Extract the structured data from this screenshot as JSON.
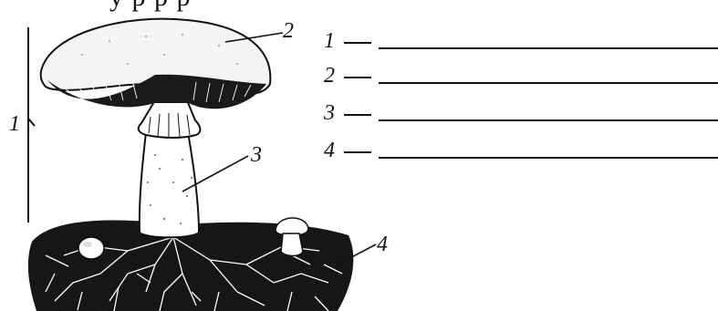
{
  "header": {
    "cropped_text": "у   р   р        р"
  },
  "figure": {
    "labels": {
      "fruiting_body": "1",
      "cap": "2",
      "stem": "3",
      "mycelium": "4"
    }
  },
  "answers": [
    {
      "number": "1",
      "value": ""
    },
    {
      "number": "2",
      "value": ""
    },
    {
      "number": "3",
      "value": ""
    },
    {
      "number": "4",
      "value": ""
    }
  ]
}
